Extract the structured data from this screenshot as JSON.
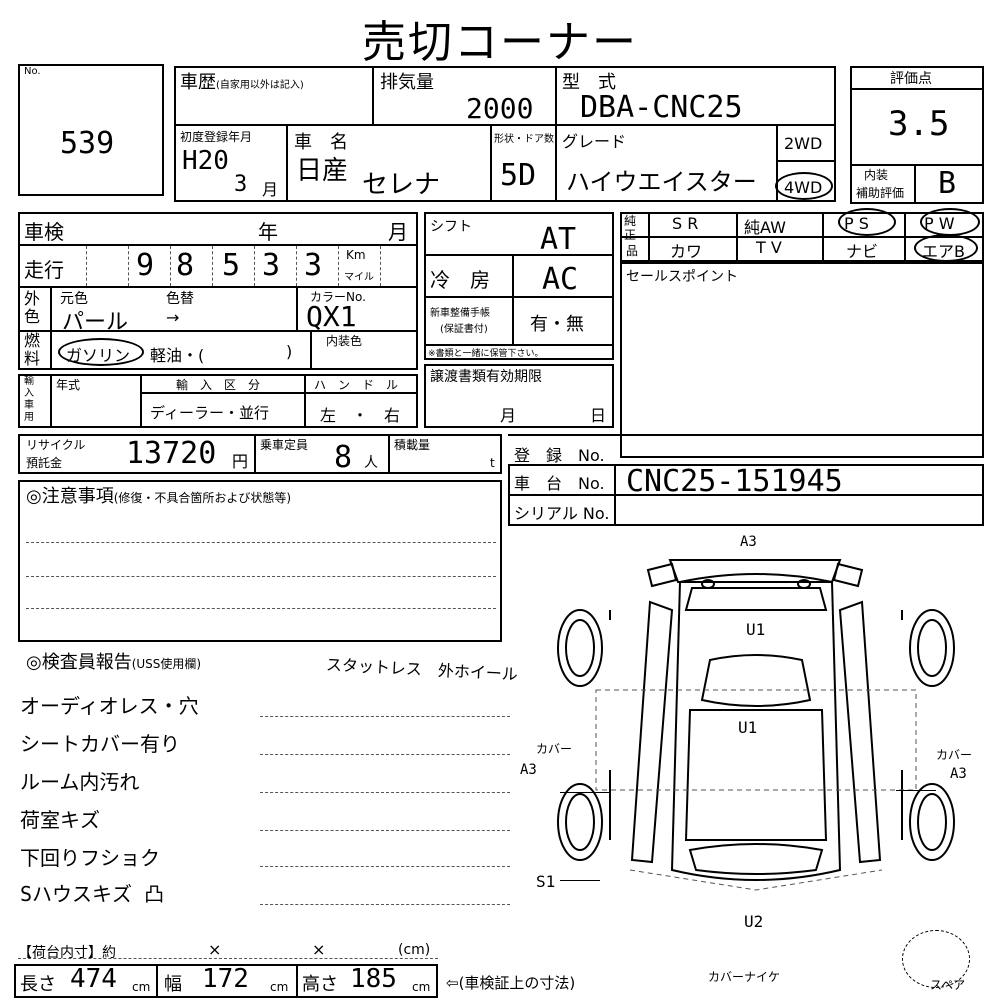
{
  "title": "売切コーナー",
  "no": {
    "label": "No.",
    "value": "539"
  },
  "history": {
    "label": "車歴",
    "note": "(自家用以外は記入)"
  },
  "displacement": {
    "label": "排気量",
    "value": "2000"
  },
  "model": {
    "label": "型　式",
    "value": "DBA-CNC25"
  },
  "score": {
    "label": "評価点",
    "value": "3.5"
  },
  "first_reg": {
    "label": "初度登録年月",
    "year": "H20",
    "month": "3",
    "month_unit": "月"
  },
  "car_name": {
    "label": "車　名",
    "maker": "日産",
    "name": "セレナ"
  },
  "doors": {
    "label": "形状・ドア数",
    "value": "5D"
  },
  "grade": {
    "label": "グレード",
    "value": "ハイウエイスター"
  },
  "drive": {
    "wd2": "2WD",
    "wd4": "4WD"
  },
  "interior": {
    "label_1": "内装",
    "label_2": "補助評価",
    "value": "B"
  },
  "inspection": {
    "label": "車検",
    "year": "年",
    "month": "月"
  },
  "mileage": {
    "label": "走行",
    "digits": [
      "9",
      "8",
      "5",
      "3",
      "3"
    ],
    "km": "Km",
    "mile": "マイル"
  },
  "shift": {
    "label": "シフト",
    "value": "AT"
  },
  "aircon": {
    "label": "冷　房",
    "value": "AC"
  },
  "equip": {
    "side_1": "純正",
    "side_2": "品",
    "row1": [
      "S R",
      "純AW",
      "P S",
      "P W"
    ],
    "row2": [
      "カワ",
      "T V",
      "ナビ",
      "エアB"
    ]
  },
  "color": {
    "side": "外色",
    "original": "元色",
    "changed": "色替",
    "value": "パール",
    "arrow": "→",
    "code_label": "カラーNo.",
    "code": "QX1",
    "interior_color": "内装色"
  },
  "fuel": {
    "side": "燃料",
    "gasoline": "ガソリン",
    "rest": "軽油・(",
    "close": ")"
  },
  "new_car_book": {
    "label_1": "新車整備手帳",
    "label_2": "(保証書付)",
    "value": "有・無",
    "note": "※書類と一緒に保管下さい。"
  },
  "sales_point": {
    "label": "セールスポイント"
  },
  "import": {
    "side": "輸入車用",
    "year_type": "年式",
    "class_label": "輸　入　区　分",
    "class_value": "ディーラー・並行",
    "handle_label": "ハ　ン　ド　ル",
    "handle_value": "左　・　右"
  },
  "transfer": {
    "label": "譲渡書類有効期限",
    "month": "月",
    "day": "日"
  },
  "recycle": {
    "label_1": "リサイクル",
    "label_2": "預託金",
    "value": "13720",
    "unit": "円"
  },
  "capacity": {
    "label": "乗車定員",
    "value": "8",
    "unit": "人"
  },
  "load": {
    "label": "積載量",
    "unit": "t"
  },
  "registration": {
    "label": "登　録　No.",
    "value": ""
  },
  "chassis": {
    "label": "車　台　No.",
    "value": "CNC25-151945"
  },
  "serial": {
    "label": "シリアル No.",
    "value": ""
  },
  "caution": {
    "label": "◎注意事項",
    "note": "(修復・不具合箇所および状態等)"
  },
  "inspector": {
    "label": "◎検査員報告",
    "note": "(USS使用欄)",
    "top_note": "スタットレス　外ホイール",
    "lines": [
      "オーディオレス・穴",
      "シートカバー有り",
      "ルーム内汚れ",
      "荷室キズ",
      "下回りフショク",
      "Sハウスキズ 凸"
    ]
  },
  "diagram": {
    "marks": [
      "A3",
      "U1",
      "U1",
      "カバー",
      "A3",
      "カバー",
      "A3",
      "S1",
      "U2",
      "カバーナイケ"
    ],
    "spare": "スペア"
  },
  "cargo": {
    "label": "【荷台内寸】約",
    "x1": "×",
    "x2": "×",
    "unit": "(cm)"
  },
  "dimensions": {
    "length_label": "長さ",
    "length": "474",
    "width_label": "幅",
    "width": "172",
    "height_label": "高さ",
    "height": "185",
    "unit": "cm",
    "note": "⇦(車検証上の寸法)"
  }
}
